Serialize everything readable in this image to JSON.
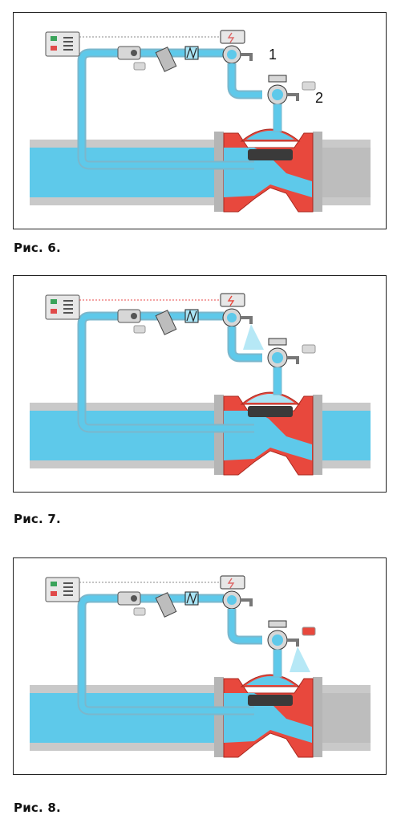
{
  "colors": {
    "water": "#5ec9ea",
    "water_light": "#a9e4f5",
    "pipe_grey": "#c9c9c9",
    "valve_red": "#e8483d",
    "dark_metal": "#3a3a3a",
    "signal_line_idle": "#8a8a8a",
    "signal_line_active": "#e84a4a"
  },
  "figures": [
    {
      "caption": "Рис. 6.",
      "callouts": [
        "1",
        "2"
      ],
      "signal_active": false,
      "diaphragm_open": false,
      "pilot_exhaust": false,
      "control_valve_exhaust": false,
      "tag_color": "#d9d9d9"
    },
    {
      "caption": "Рис. 7.",
      "callouts": [],
      "signal_active": true,
      "diaphragm_open": true,
      "pilot_exhaust": true,
      "control_valve_exhaust": false,
      "tag_color": "#d9d9d9"
    },
    {
      "caption": "Рис. 8.",
      "callouts": [],
      "signal_active": false,
      "diaphragm_open": false,
      "pilot_exhaust": false,
      "control_valve_exhaust": true,
      "tag_color": "#e8483d"
    }
  ]
}
